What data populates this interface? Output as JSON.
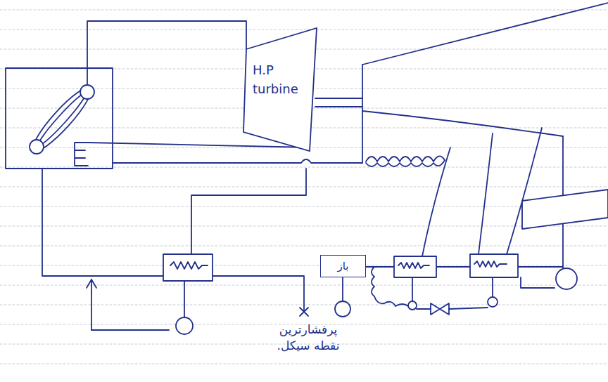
{
  "diagram": {
    "nodes": [
      {
        "text": [
          "H.P turbine"
        ]
      },
      {
        "text": [
          "باز"
        ]
      }
    ],
    "labels": [
      "پرفشارترین نقطه سیکل."
    ]
  }
}
